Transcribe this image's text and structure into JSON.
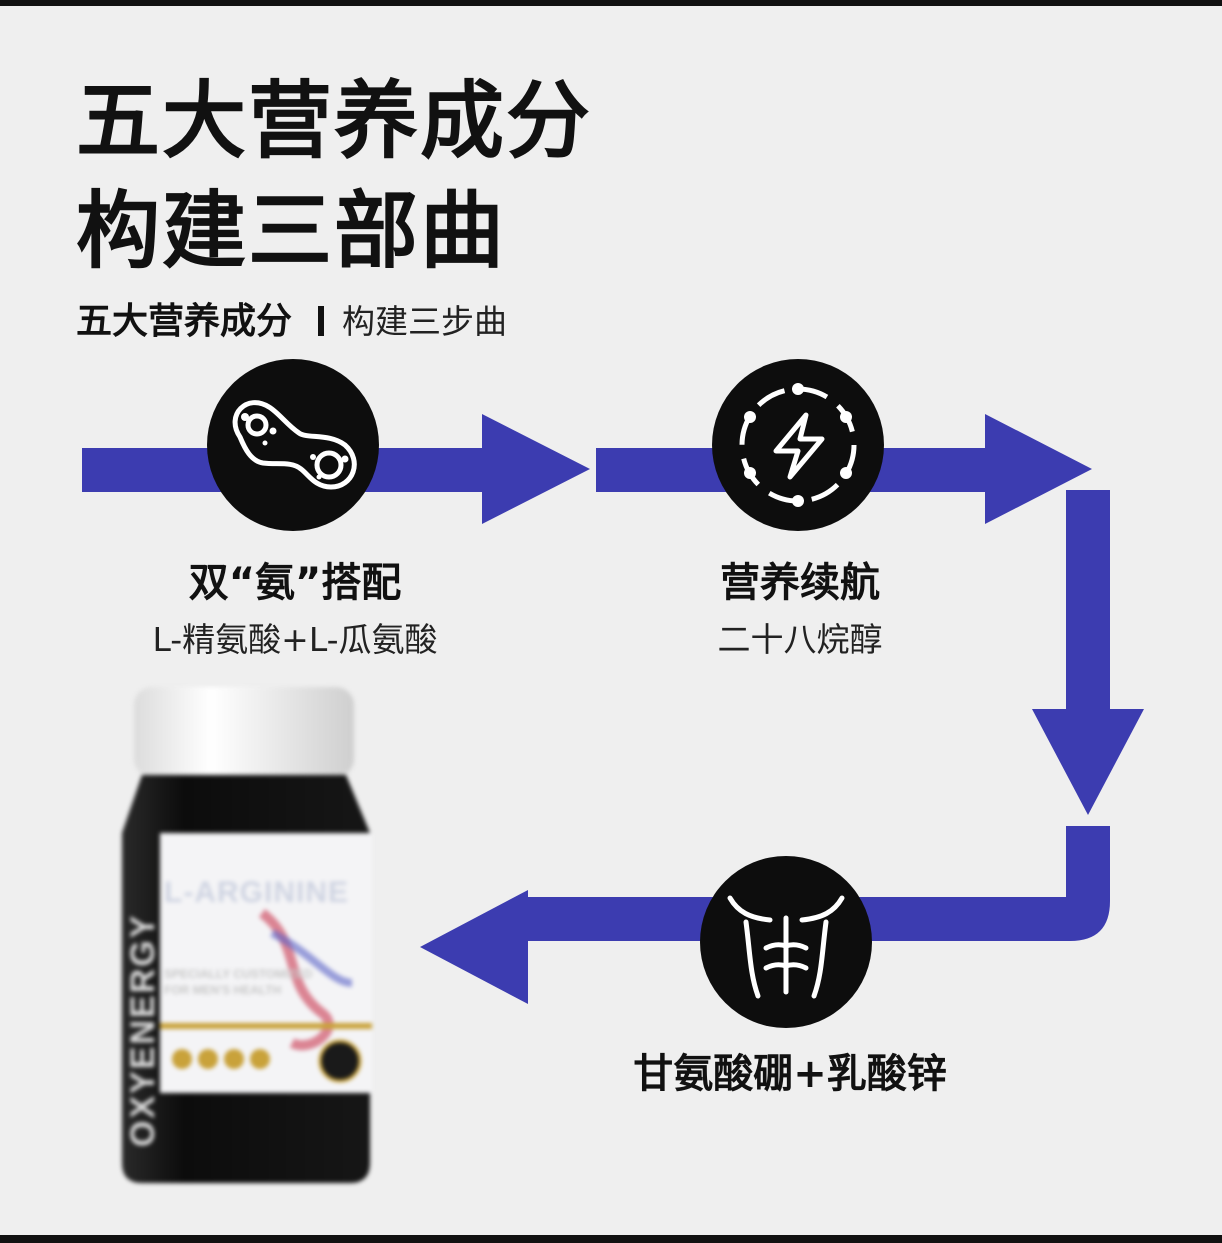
{
  "title": {
    "line1": "五大营养成分",
    "line2": "构建三部曲"
  },
  "subtitle": {
    "left": "五大营养成分",
    "right": "构建三步曲"
  },
  "steps": [
    {
      "icon": "two-cells-icon",
      "title": "双“氨”搭配",
      "sub": "L-精氨酸+L-瓜氨酸"
    },
    {
      "icon": "energy-bolt-icon",
      "title": "营养续航",
      "sub": "二十八烷醇"
    },
    {
      "icon": "torso-icon",
      "title": "甘氨酸硼+乳酸锌",
      "sub": ""
    }
  ],
  "product": {
    "brand": "OXYENERGY",
    "name": "L-ARGININE",
    "claim_line1": "SPECIALLY CUSTOMIZED",
    "claim_line2": "FOR MEN'S HEALTH"
  },
  "colors": {
    "background": "#efefef",
    "arrow": "#3c3cb0",
    "icon_circle": "#0d0d0d",
    "text": "#111111"
  }
}
